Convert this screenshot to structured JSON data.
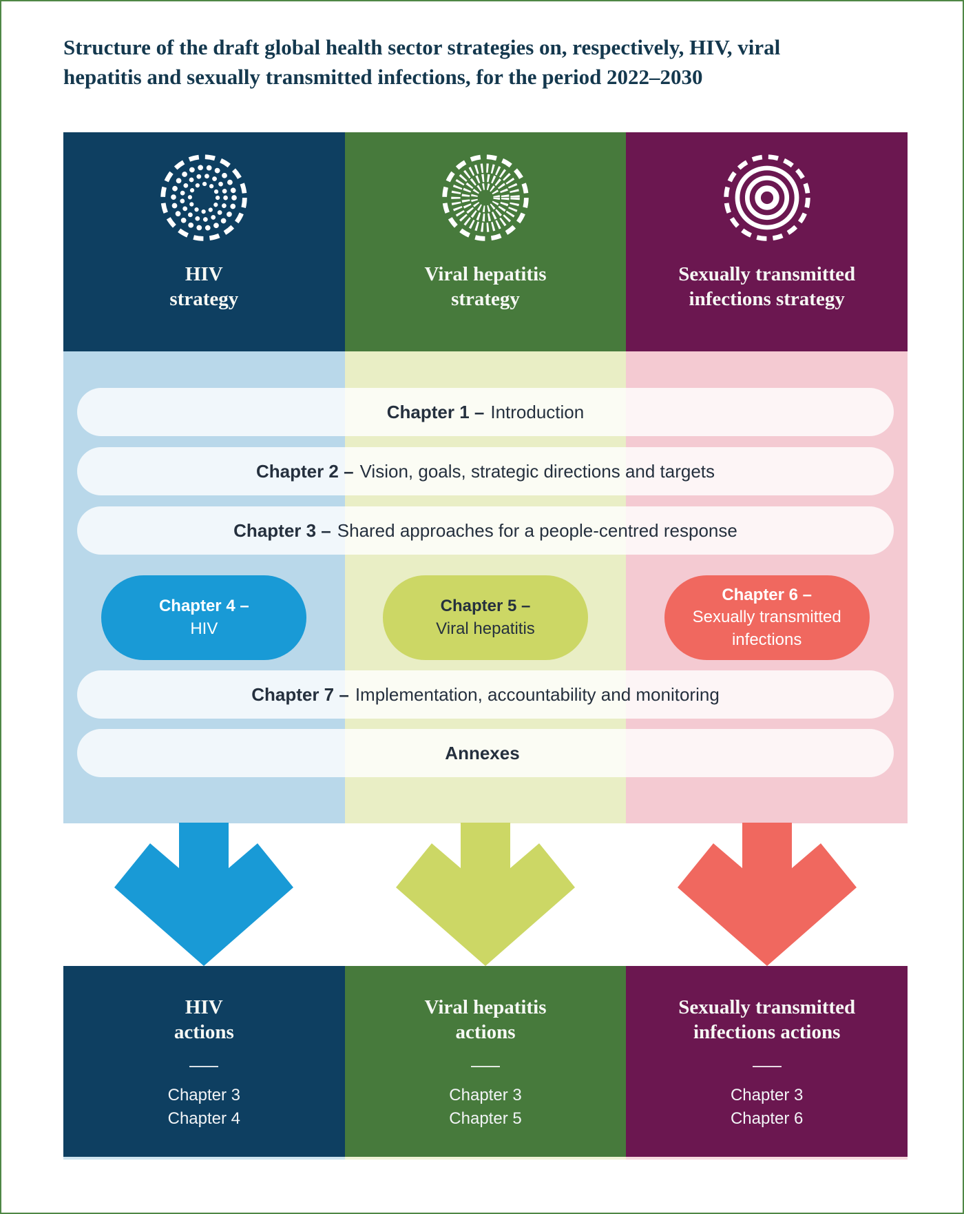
{
  "page": {
    "border_color": "#4f8745",
    "background_color": "#ffffff"
  },
  "title": {
    "line1": "Structure of the draft global health sector strategies on, respectively, HIV, viral",
    "line2": "hepatitis and sexually transmitted infections, for the period 2022–2030",
    "color": "#14384e"
  },
  "shared_chapters": [
    {
      "bold": "Chapter 1 –",
      "rest": "Introduction"
    },
    {
      "bold": "Chapter 2 –",
      "rest": "Vision, goals, strategic directions and targets"
    },
    {
      "bold": "Chapter 3 –",
      "rest": "Shared approaches for a people-centred response"
    },
    {
      "bold": "Chapter 7 –",
      "rest": "Implementation, accountability and monitoring"
    },
    {
      "bold": "Annexes",
      "rest": ""
    }
  ],
  "columns": [
    {
      "key": "hiv",
      "strategy": {
        "line1": "HIV",
        "line2": "strategy"
      },
      "icon": "dotted-concentric-circles-icon",
      "chapter_bubble": {
        "bold": "Chapter 4 –",
        "rest": "HIV"
      },
      "actions": {
        "line1": "HIV",
        "line2": "actions"
      },
      "action_chapters": {
        "0": "Chapter 3",
        "1": "Chapter 4"
      },
      "colors": {
        "header": "#0e3f61",
        "tint": "#b9d8ea",
        "accent": "#199ad6"
      }
    },
    {
      "key": "viral-hepatitis",
      "strategy": {
        "line1": "Viral hepatitis",
        "line2": "strategy"
      },
      "icon": "radial-dashes-circle-icon",
      "chapter_bubble": {
        "bold": "Chapter 5 –",
        "rest": "Viral hepatitis"
      },
      "actions": {
        "line1": "Viral hepatitis",
        "line2": "actions"
      },
      "action_chapters": {
        "0": "Chapter 3",
        "1": "Chapter 5"
      },
      "colors": {
        "header": "#477a3c",
        "tint": "#e9eec5",
        "accent": "#ccd765"
      }
    },
    {
      "key": "sexually-transmitted-infections",
      "strategy": {
        "line1": "Sexually transmitted",
        "line2": "infections strategy"
      },
      "icon": "target-rings-icon",
      "chapter_bubble": {
        "bold": "Chapter 6 –",
        "rest": "Sexually transmitted infections"
      },
      "actions": {
        "line1": "Sexually transmitted",
        "line2": "infections actions"
      },
      "action_chapters": {
        "0": "Chapter 3",
        "1": "Chapter 6"
      },
      "colors": {
        "header": "#6b1750",
        "tint": "#f4cad2",
        "accent": "#f0685f"
      }
    }
  ]
}
